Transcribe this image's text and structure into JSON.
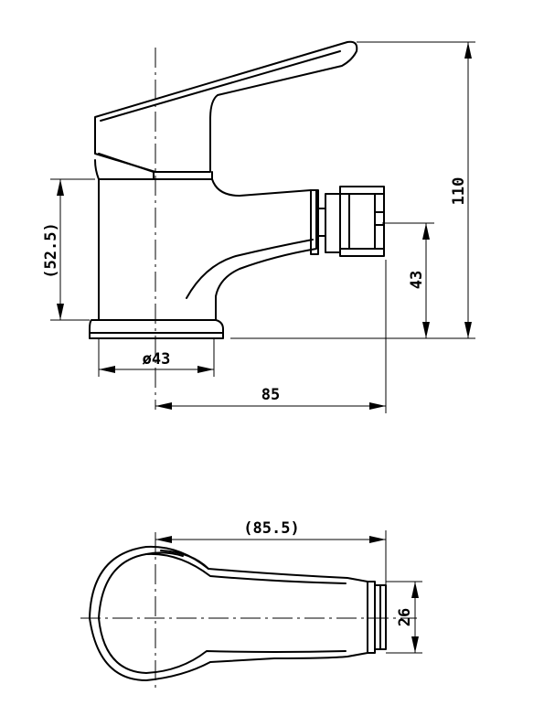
{
  "dimensions": {
    "height_total": "110",
    "spout_height": "43",
    "base_to_body": "(52.5)",
    "base_diameter": "ø43",
    "projection": "85",
    "top_length": "(85.5)",
    "outlet_width": "26"
  }
}
